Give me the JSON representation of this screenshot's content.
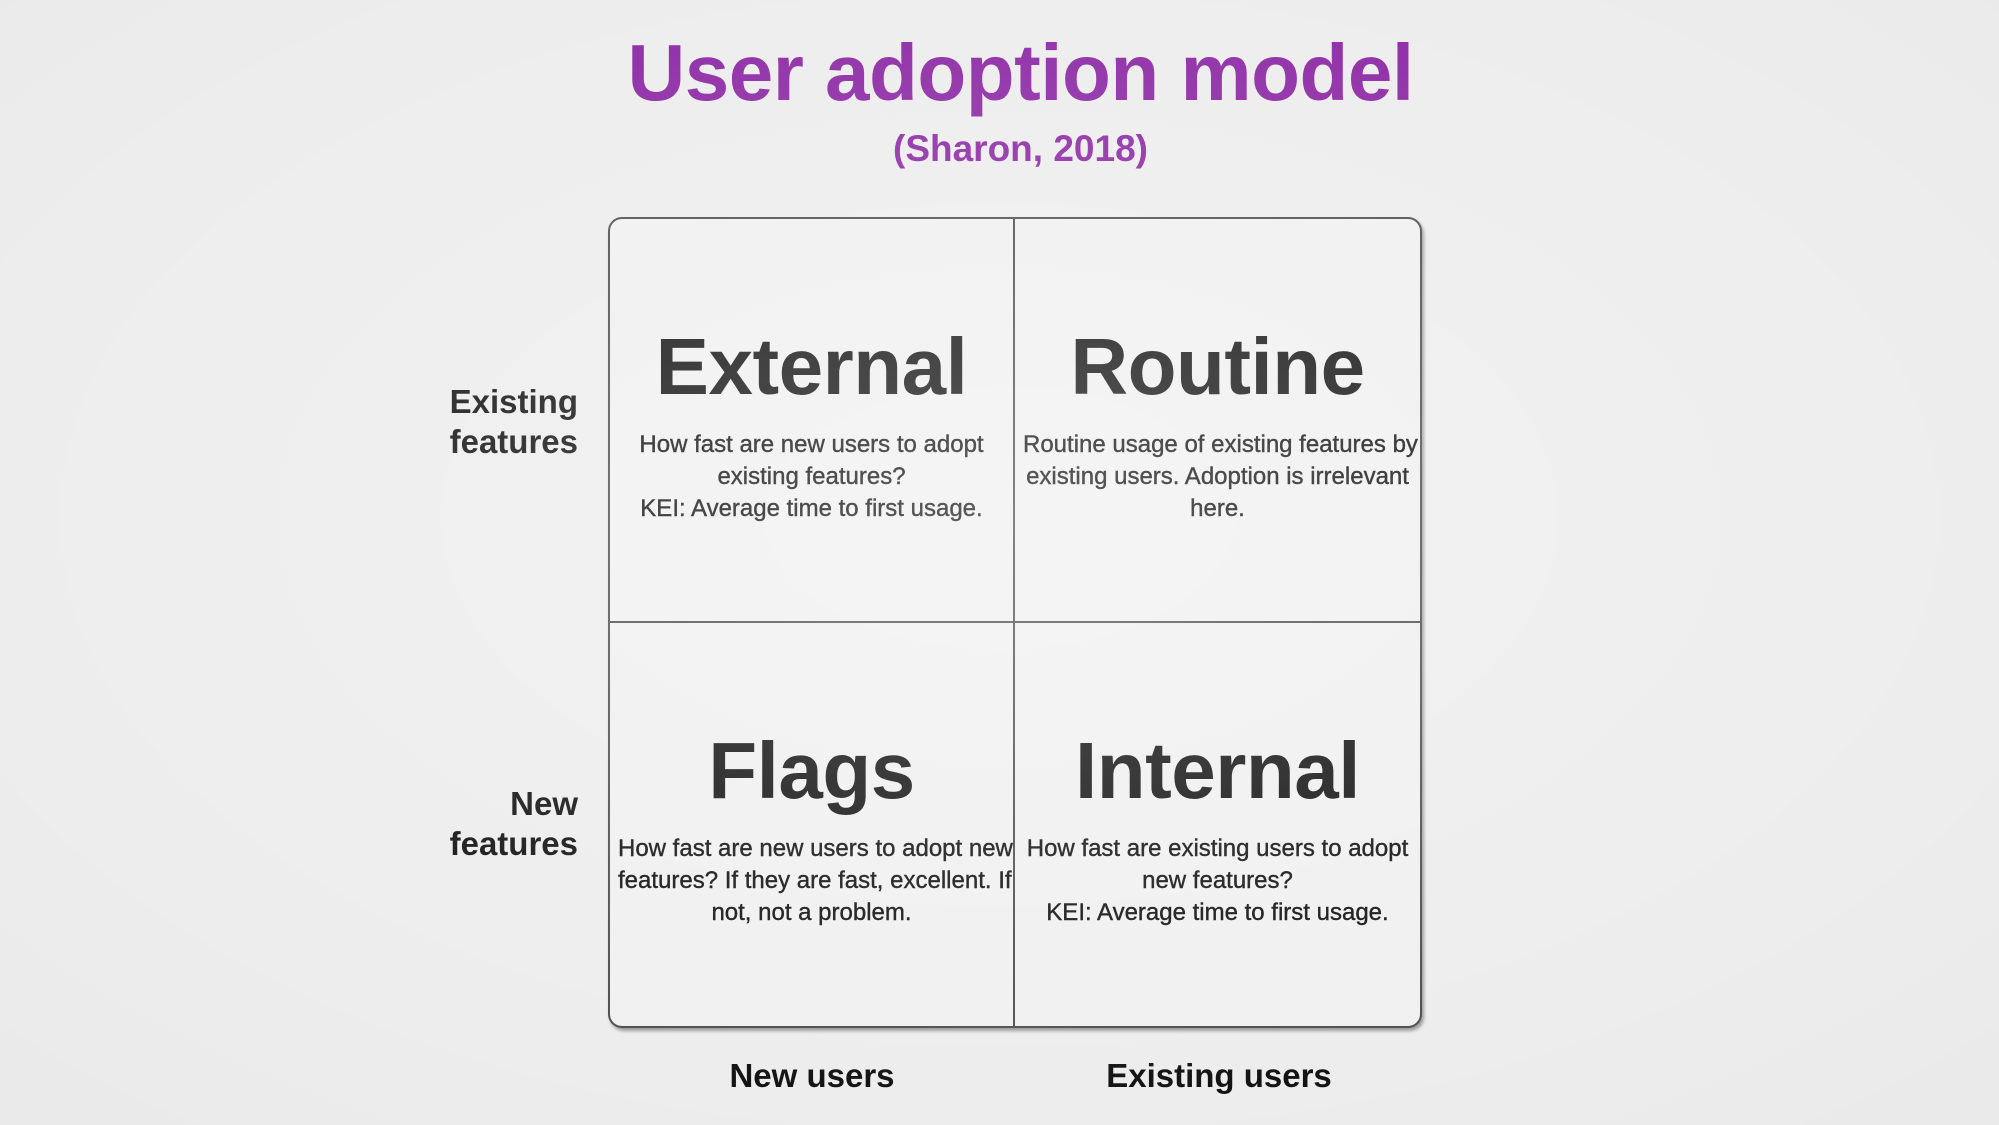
{
  "title": "User adoption model",
  "subtitle": "(Sharon, 2018)",
  "colors": {
    "accent": "#8e2ca6",
    "ink": "#141414",
    "line": "#4f4f4f",
    "page_bg": "#ededed",
    "cell_bg": "#f0f0f0"
  },
  "matrix": {
    "row_labels": [
      {
        "lines": [
          "Existing",
          "features"
        ]
      },
      {
        "lines": [
          "New",
          "features"
        ]
      }
    ],
    "col_labels": [
      "New users",
      "Existing users"
    ],
    "quadrants": [
      {
        "title": "External",
        "lines": [
          "How fast are new users to adopt",
          "existing features?",
          "KEI: Average time to first usage."
        ]
      },
      {
        "title": "Routine",
        "lines": [
          "Routine usage of existing features by",
          "existing users. Adoption is irrelevant",
          "here."
        ]
      },
      {
        "title": "Flags",
        "lines": [
          "How fast are new users to adopt new",
          "features? If they are fast, excellent. If",
          "not, not a problem."
        ]
      },
      {
        "title": "Internal",
        "lines": [
          "How fast are existing users to adopt",
          "new features?",
          "KEI: Average time to first usage."
        ]
      }
    ]
  }
}
